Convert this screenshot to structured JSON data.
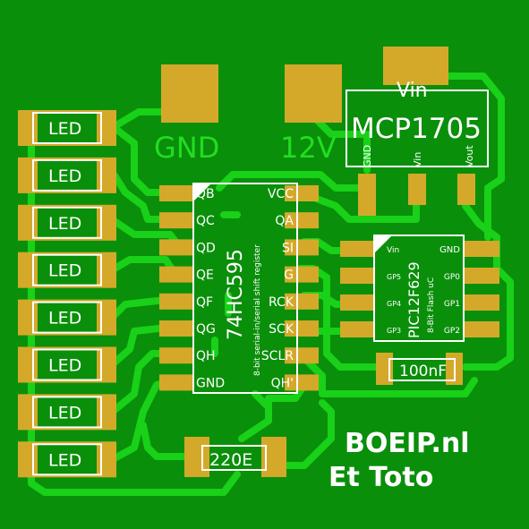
{
  "colors": {
    "board": "#0a8f0a",
    "trace": "#18d118",
    "pad": "#d4a92a",
    "silkscreen": "#ffffff",
    "power_label": "#22dd22"
  },
  "power_labels": {
    "gnd": "GND",
    "v12": "12V"
  },
  "regulator": {
    "name": "MCP1705",
    "vin_top": "Vin",
    "pins": [
      "GND",
      "Vin",
      "Vout"
    ]
  },
  "leds": [
    "LED",
    "LED",
    "LED",
    "LED",
    "LED",
    "LED",
    "LED",
    "LED"
  ],
  "shift_register": {
    "name": "74HC595",
    "subtitle": "8-bit serial-in/serial shift register",
    "left_pins": [
      "QB",
      "QC",
      "QD",
      "QE",
      "QF",
      "QG",
      "QH",
      "GND"
    ],
    "right_pins": [
      "VCC",
      "QA",
      "SI",
      "G",
      "RCK",
      "SCK",
      "SCLR",
      "QH'"
    ]
  },
  "mcu": {
    "name": "PIC12F629",
    "subtitle": "8-Bit Flash uC",
    "left_pins": [
      "Vin",
      "GP5",
      "GP4",
      "GP3"
    ],
    "right_pins": [
      "GND",
      "GP0",
      "GP1",
      "GP2"
    ]
  },
  "capacitor": {
    "value": "100nF"
  },
  "resistor": {
    "value": "220E"
  },
  "branding": {
    "site": "BOEIP.nl",
    "author": "Et Toto"
  }
}
